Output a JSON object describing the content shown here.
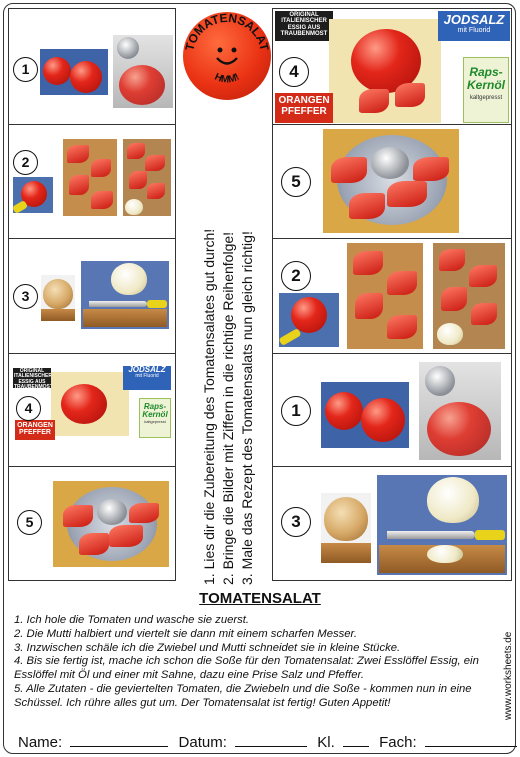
{
  "badge": {
    "title": "TOMATENSALAT",
    "exclaim": "HMM!"
  },
  "instructions": [
    "1. Lies dir die Zubereitung des Tomatensalates gut durch!",
    "2. Bringe die Bilder mit Ziffern in die richtige Reihenfolge!",
    "3. Male das Rezept des Tomatensalats nun gleich richtig!"
  ],
  "left_numbers": [
    "1",
    "2",
    "3",
    "4",
    "5"
  ],
  "right_numbers": [
    "4",
    "5",
    "2",
    "1",
    "3"
  ],
  "labels": {
    "vinegar": "ORIGINAL ITALIENISCHER ESSIG AUS TRAUBENMOST",
    "jodsalz_name": "JODSALZ",
    "jodsalz_sub": "mit Fluorid",
    "raps_name": "Raps-Kernöl",
    "raps_sub": "kaltgepresst",
    "orange": "ORANGEN PFEFFER"
  },
  "heading": "TOMATENSALAT",
  "story": [
    "1. Ich hole die Tomaten und wasche sie zuerst.",
    "2. Die Mutti halbiert und viertelt sie dann mit einem scharfen Messer.",
    "3. Inzwischen schäle ich die Zwiebel und Mutti schneidet sie in kleine Stücke.",
    "4. Bis sie fertig ist, mache ich schon die Soße für den Tomatensalat: Zwei Esslöffel Essig, ein Esslöffel mit Öl und einer mit Sahne, dazu eine Prise Salz und Pfeffer.",
    "5. Alle Zutaten - die geviertelten Tomaten, die Zwiebeln und die Soße - kommen nun in eine Schüssel. Ich rühre alles gut um. Der Tomatensalat ist fertig! Guten Appetit!"
  ],
  "form": {
    "name": "Name:",
    "date": "Datum:",
    "class": "Kl.",
    "subject": "Fach:"
  },
  "site": "www.worksheets.de",
  "colors": {
    "tomato": "#e3261a",
    "badge": "#ea3214",
    "jodsalz": "#2f63b8",
    "raps": "#1f8a2a"
  }
}
